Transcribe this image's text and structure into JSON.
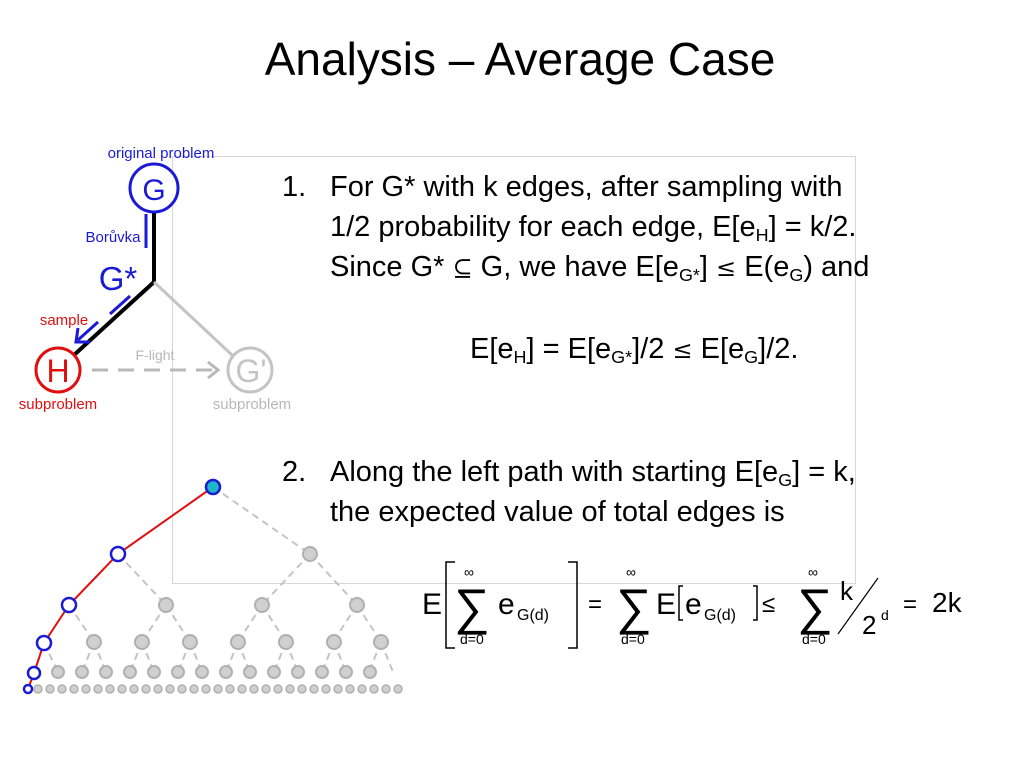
{
  "slide": {
    "title": "Analysis – Average Case"
  },
  "diagram": {
    "labels": {
      "original_problem": "original problem",
      "G": "G",
      "boruvka": "Borůvka",
      "G_star": "G*",
      "sample": "sample",
      "H": "H",
      "f_light": "F-light",
      "G_prime": "G'",
      "subproblem_left": "subproblem",
      "subproblem_right": "subproblem"
    },
    "colors": {
      "blue": "#1a1ad6",
      "red": "#e01010",
      "gray": "#b8b8b8",
      "black": "#000000"
    }
  },
  "items": [
    {
      "num": "1.",
      "line1": "For G* with k edges, after sampling with",
      "line2_a": "1/2 probability for each edge, E[e",
      "line2_sub": "H",
      "line2_b": "] = k/2.",
      "line3_a": "Since G* ",
      "line3_sym1": "⊆",
      "line3_b": " G, we have E[e",
      "line3_sub1": "G*",
      "line3_c": "] ",
      "line3_sym2": "≤",
      "line3_d": " E(e",
      "line3_sub2": "G",
      "line3_e": ") and",
      "eq_a": "E[e",
      "eq_sub1": "H",
      "eq_b": "] = E[e",
      "eq_sub2": "G*",
      "eq_c": "]/2 ",
      "eq_sym": "≤",
      "eq_d": " E[e",
      "eq_sub3": "G",
      "eq_e": "]/2."
    },
    {
      "num": "2.",
      "line1_a": "Along the left path with starting E[e",
      "line1_sub": "G",
      "line1_b": "] = k,",
      "line2": "the expected value of total edges is"
    }
  ],
  "formula": {
    "E": "E",
    "inf": "∞",
    "sum_lower": "d=0",
    "e": "e",
    "sub_Gd": "G(d)",
    "eq": "=",
    "le": "≤",
    "k": "k",
    "two": "2",
    "d": "d",
    "result": "2k"
  }
}
